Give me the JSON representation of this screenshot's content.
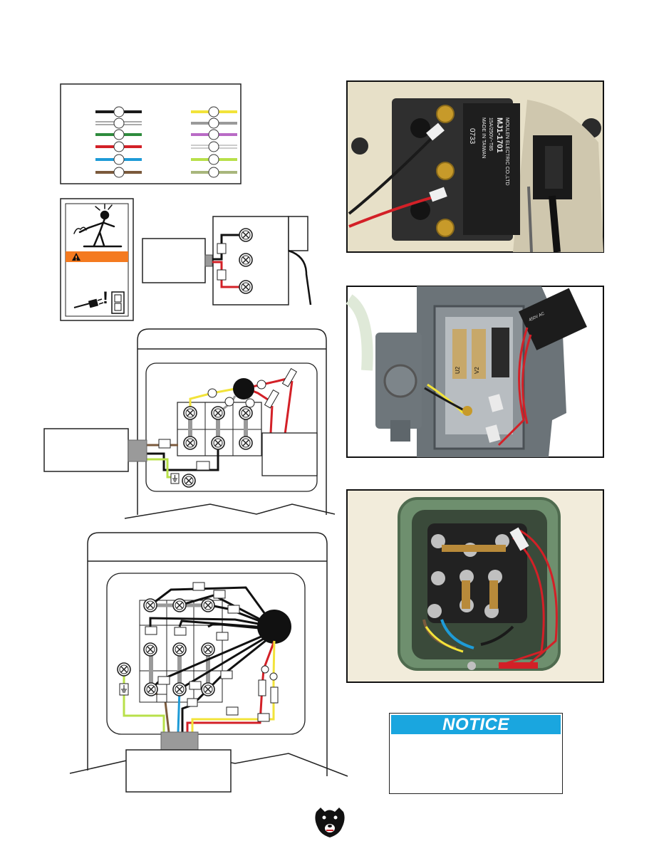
{
  "notice": {
    "title": "NOTICE"
  },
  "photos": {
    "switch_photo": {
      "text_lines": [
        "MOULEN ELECTRIC CO.,LTD",
        "MJ1-1701",
        "15A/250V~T85",
        "MADE IN TAIWAN",
        "0733"
      ]
    },
    "capacitor_photo": {
      "text_lines": [
        "U2",
        "V2"
      ]
    },
    "motor_photo": {
      "text_lines": []
    }
  },
  "colors": {
    "black": "#1a1a1a",
    "white": "#ffffff",
    "green": "#2e8b3d",
    "red": "#d32027",
    "blue": "#1e9bd7",
    "brown": "#7b5a3c",
    "yellow": "#f2e33a",
    "gray": "#9a9a9a",
    "purple": "#b96bc6",
    "light_green": "#b8e04a",
    "tan": "#a8b67c",
    "warning_orange": "#f47a20",
    "notice_blue": "#1aa6df"
  },
  "icons": [
    "electrocution-hazard-icon",
    "warning-triangle-icon",
    "plug-icon",
    "outlet-icon",
    "ground-icon",
    "bear-logo-icon"
  ]
}
